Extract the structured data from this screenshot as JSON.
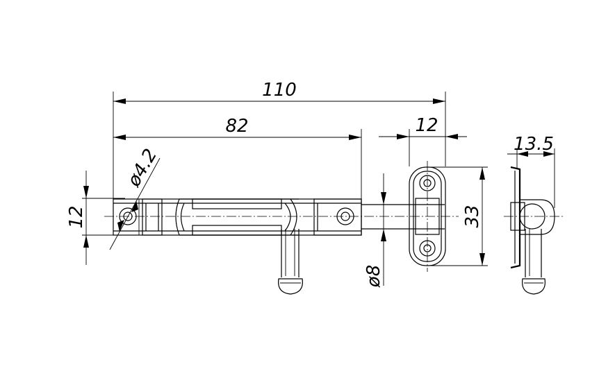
{
  "dimensions": {
    "total_length": "110",
    "bolt_body_length": "82",
    "keeper_width": "12",
    "keeper_depth": "13.5",
    "body_height": "12",
    "keeper_height": "33",
    "hole_diameter": "ø4.2",
    "bolt_diameter": "ø8"
  }
}
